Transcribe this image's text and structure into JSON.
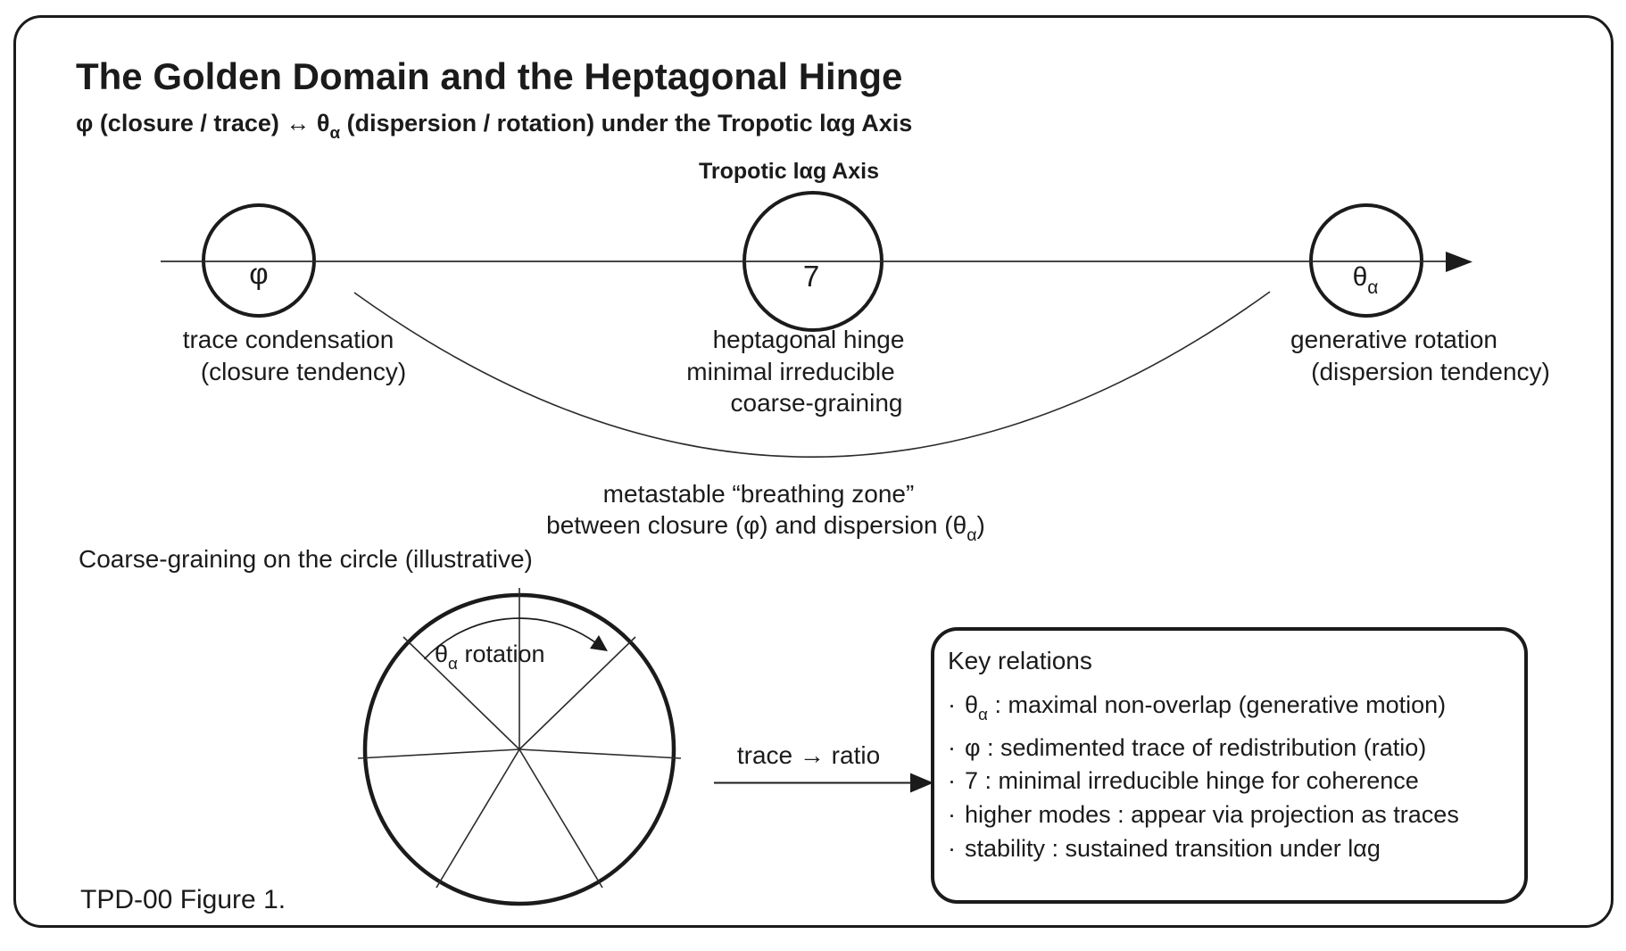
{
  "header": {
    "title": "The Golden Domain and the Heptagonal Hinge",
    "subtitle": {
      "pre": "φ (closure / trace) ↔ θ",
      "sub": "α",
      "post": " (dispersion / rotation) under the Tropotic lαg Axis"
    }
  },
  "axis": {
    "label": "Tropotic lαg Axis",
    "nodes": [
      {
        "symbol": "φ",
        "symbol_sub": "",
        "lines": [
          "trace condensation",
          "(closure tendency)"
        ]
      },
      {
        "symbol": "7",
        "symbol_sub": "",
        "lines": [
          "heptagonal hinge",
          "minimal irreducible",
          "coarse-graining"
        ]
      },
      {
        "symbol": "θ",
        "symbol_sub": "α",
        "lines": [
          "generative rotation",
          "(dispersion tendency)"
        ]
      }
    ],
    "breathing_zone": {
      "line1": "metastable “breathing zone”",
      "line2_pre": "between closure (φ) and dispersion (θ",
      "line2_sub": "α",
      "line2_post": ")"
    }
  },
  "circle_section": {
    "caption": "Coarse-graining on the circle (illustrative)",
    "rotation": {
      "pre": "θ",
      "sub": "α",
      "post": " rotation"
    },
    "arrow_label": "trace → ratio"
  },
  "key_relations": {
    "title": "Key relations",
    "bullet_char": "·",
    "items": [
      {
        "pre": "θ",
        "sub": "α",
        "post": " : maximal non-overlap (generative motion)"
      },
      {
        "pre": "φ",
        "sub": "",
        "post": " : sedimented trace of redistribution (ratio)"
      },
      {
        "pre": "7",
        "sub": "",
        "post": " : minimal irreducible hinge for coherence"
      },
      {
        "pre": "higher modes",
        "sub": "",
        "post": " : appear via projection as traces"
      },
      {
        "pre": "stability",
        "sub": "",
        "post": " : sustained transition under lαg"
      }
    ]
  },
  "footer": {
    "figure_label": "TPD-00 Figure 1."
  }
}
